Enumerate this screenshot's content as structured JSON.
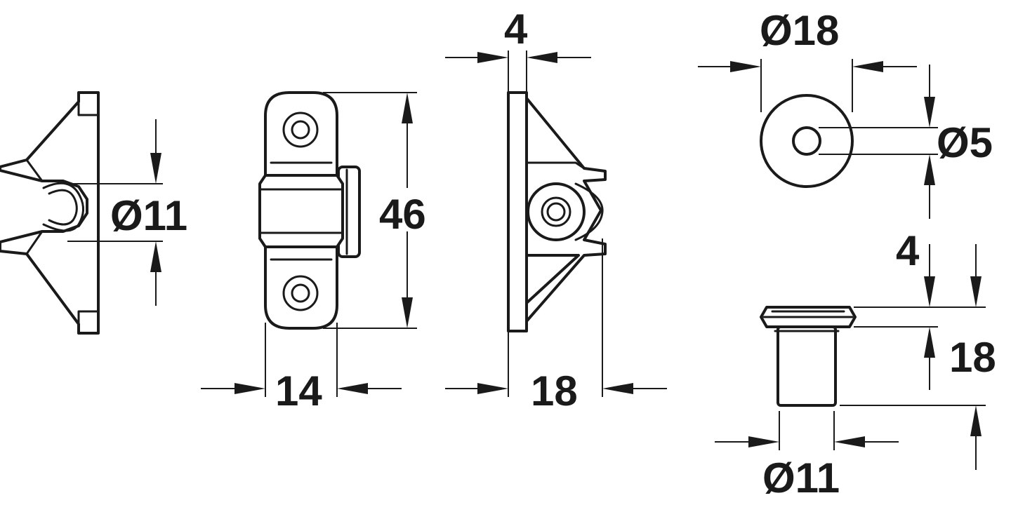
{
  "colors": {
    "line": "#1a1a1a",
    "background": "#ffffff"
  },
  "dimensions": {
    "side_view_diameter": "Ø11",
    "front_view_width": "14",
    "front_view_height": "46",
    "profile_view_plate_thickness": "4",
    "profile_view_depth": "18",
    "pin_top_diameter": "Ø18",
    "pin_hole_diameter": "Ø5",
    "pin_head_height": "4",
    "pin_height": "18",
    "pin_shaft_diameter": "Ø11"
  }
}
